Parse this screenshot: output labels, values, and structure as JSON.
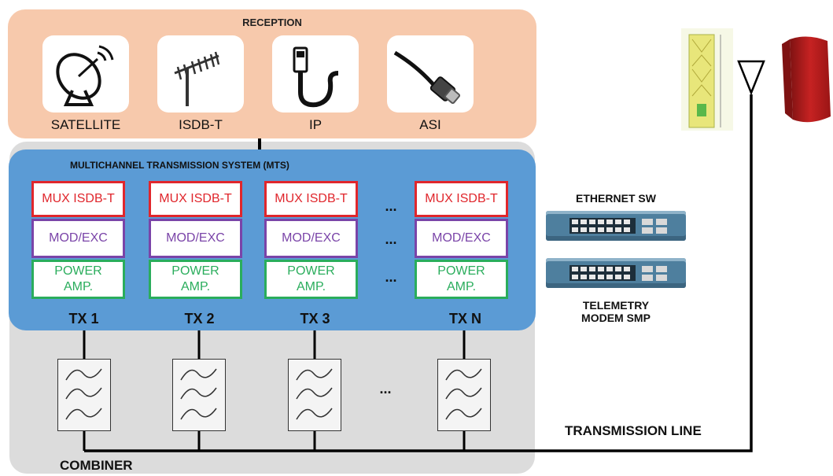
{
  "reception": {
    "title": "RECEPTION",
    "sources": [
      {
        "label": "SATELLITE",
        "icon": "satellite-dish-icon"
      },
      {
        "label": "ISDB-T",
        "icon": "tv-antenna-icon"
      },
      {
        "label": "IP",
        "icon": "ethernet-cable-icon"
      },
      {
        "label": "ASI",
        "icon": "coax-cable-icon"
      }
    ]
  },
  "mts": {
    "title": "MULTICHANNEL TRANSMISSION SYSTEM (MTS)",
    "mux": "MUX ISDB-T",
    "mod": "MOD/EXC",
    "amp_line1": "POWER",
    "amp_line2": "AMP.",
    "ellipsis": "...",
    "transmitters": [
      "TX 1",
      "TX 2",
      "TX 3",
      "TX N"
    ]
  },
  "ethernet_sw": "ETHERNET SW",
  "telemetry_line1": "TELEMETRY",
  "telemetry_line2": "MODEM SMP",
  "transmission_line": "TRANSMISSION LINE",
  "combiner": "COMBINER",
  "filter_ellipsis": "...",
  "colors": {
    "mux": "#e0262c",
    "mod": "#7a44a8",
    "amp": "#2aad5c",
    "mts": "#5b9bd5",
    "reception": "#f7c9ac",
    "combiner": "#dcdcdc"
  }
}
